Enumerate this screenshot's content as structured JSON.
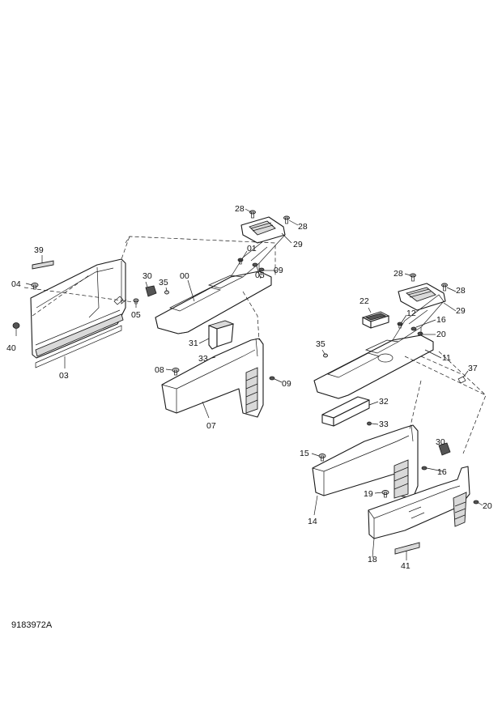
{
  "drawing_number": "9183972A",
  "callouts": {
    "c39": "39",
    "c04": "04",
    "c40": "40",
    "c03": "03",
    "c30a": "30",
    "c05a": "05",
    "c35a": "35",
    "c00": "00",
    "c28a": "28",
    "c28b": "28",
    "c29a": "29",
    "c01": "01",
    "c05b": "05",
    "c09a": "09",
    "c31": "31",
    "c33a": "33",
    "c08": "08",
    "c09b": "09",
    "c07": "07",
    "c28c": "28",
    "c28d": "28",
    "c22": "22",
    "c12": "12",
    "c29b": "29",
    "c16a": "16",
    "c20a": "20",
    "c35b": "35",
    "c11": "11",
    "c37": "37",
    "c32": "32",
    "c33b": "33",
    "c30b": "30",
    "c15": "15",
    "c16b": "16",
    "c19": "19",
    "c20b": "20",
    "c14": "14",
    "c18": "18",
    "c41": "41"
  }
}
